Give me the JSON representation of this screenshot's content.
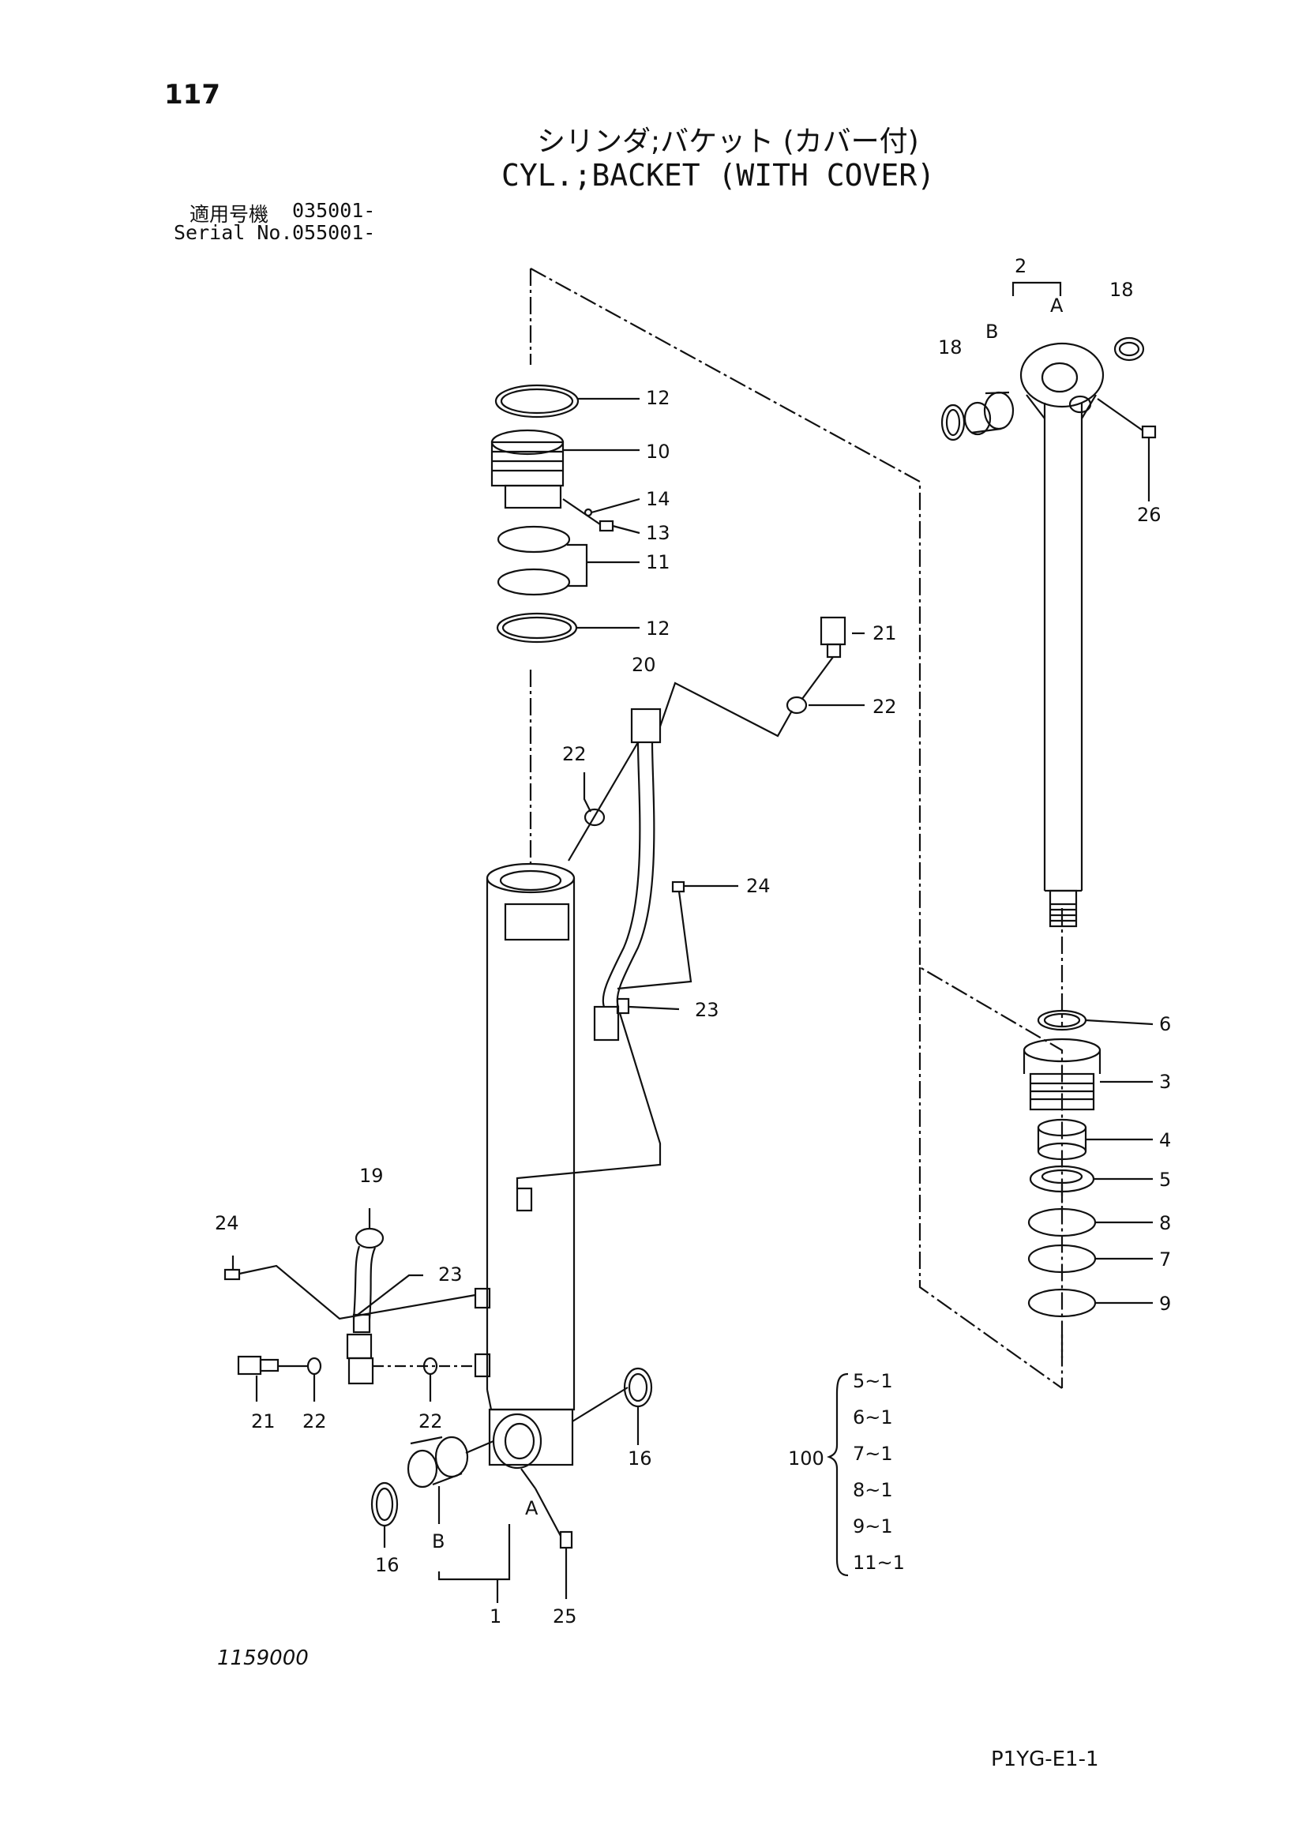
{
  "page_number": "117",
  "title_jp": "シリンダ;バケット (カバー付)",
  "title_en": "CYL.;BACKET (WITH COVER)",
  "serial": {
    "label_jp": "適用号機",
    "from_jp": "035001-",
    "label_en": "Serial No.",
    "from_en": "055001-"
  },
  "drawing_number": "1159000",
  "page_code": "P1YG-E1-1",
  "callouts": {
    "c12a": "12",
    "c10": "10",
    "c14": "14",
    "c13": "13",
    "c11": "11",
    "c12b": "12",
    "c20": "20",
    "c21a": "21",
    "c22a": "22",
    "c22b": "22",
    "c24a": "24",
    "c23a": "23",
    "c19": "19",
    "c24b": "24",
    "c23b": "23",
    "c21b": "21",
    "c22c": "22",
    "c22d": "22",
    "c16a": "16",
    "c16b": "16",
    "c1": "1",
    "c25": "25",
    "c2": "2",
    "c18a": "18",
    "c18b": "18",
    "c26": "26",
    "c6": "6",
    "c3": "3",
    "c4": "4",
    "c5": "5",
    "c8": "8",
    "c7": "7",
    "c9": "9",
    "c100": "100"
  },
  "markers": {
    "a_right": "A",
    "b_right": "B",
    "a_left": "A",
    "b_left": "B"
  },
  "kit_items": [
    "5~1",
    "6~1",
    "7~1",
    "8~1",
    "9~1",
    "11~1"
  ]
}
